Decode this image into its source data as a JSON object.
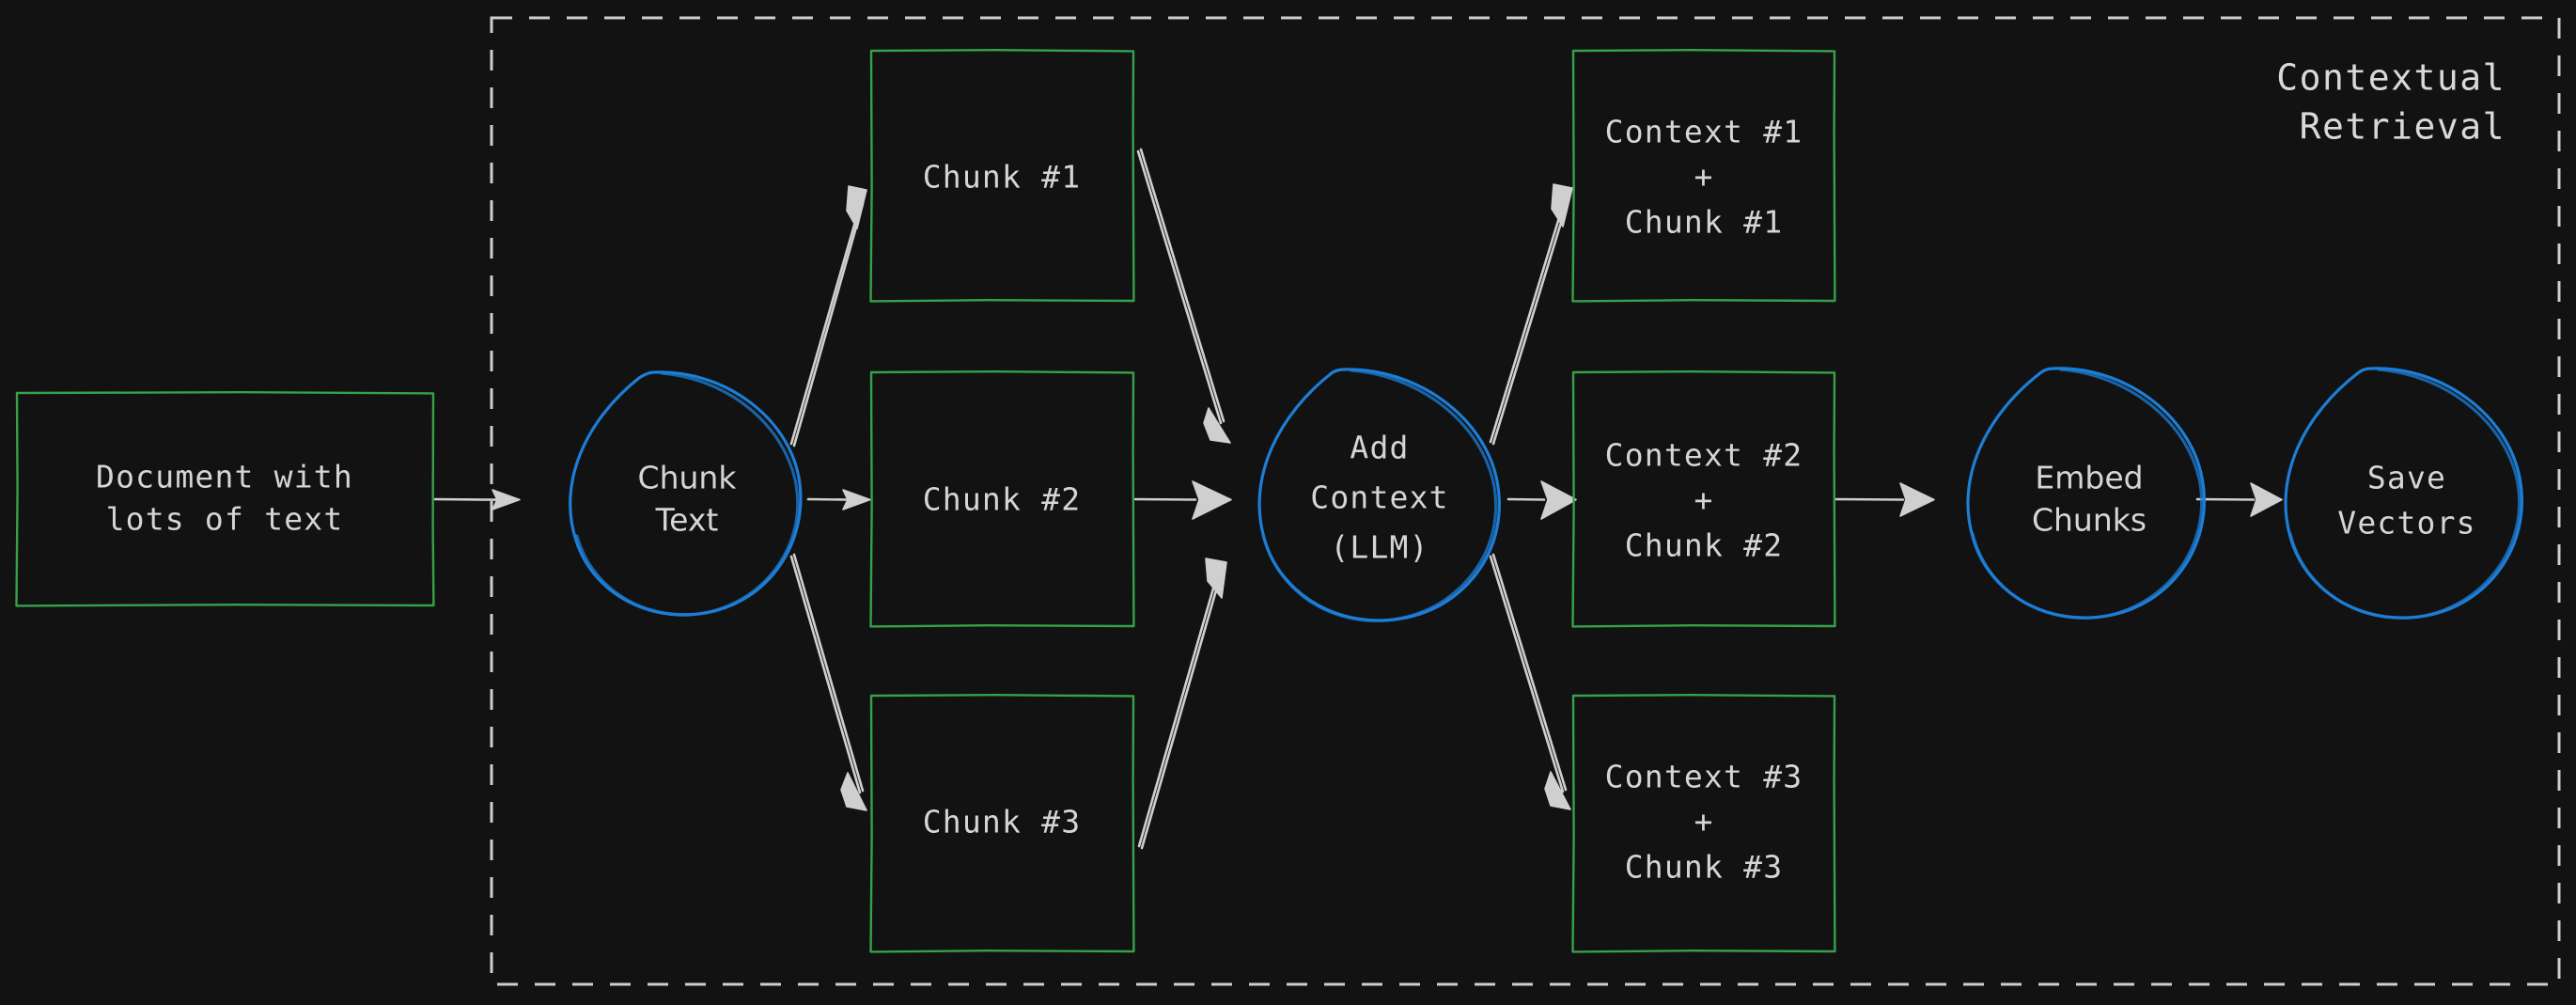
{
  "diagram": {
    "title": "Contextual Retrieval pipeline",
    "background_color": "#121212",
    "group": {
      "label_line1": "Contextual",
      "label_line2": "Retrieval",
      "border_style": "dashed",
      "border_color": "#cfcfcf"
    },
    "colors": {
      "rect_border": "#36a14a",
      "circle_border": "#1c7ed6",
      "edge": "#cfcfcf",
      "text": "#d5d5d5",
      "background": "#121212"
    },
    "nodes": [
      {
        "id": "document",
        "shape": "rect",
        "lines": [
          "Document with",
          "lots of text"
        ]
      },
      {
        "id": "chunk-text",
        "shape": "circle",
        "lines": [
          "Chunk",
          "Text"
        ]
      },
      {
        "id": "chunk-1",
        "shape": "rect",
        "lines": [
          "Chunk #1"
        ]
      },
      {
        "id": "chunk-2",
        "shape": "rect",
        "lines": [
          "Chunk #2"
        ]
      },
      {
        "id": "chunk-3",
        "shape": "rect",
        "lines": [
          "Chunk #3"
        ]
      },
      {
        "id": "add-context",
        "shape": "circle",
        "lines": [
          "Add",
          "Context",
          "(LLM)"
        ]
      },
      {
        "id": "ctx-chunk-1",
        "shape": "rect",
        "lines": [
          "Context #1",
          "+",
          "Chunk #1"
        ]
      },
      {
        "id": "ctx-chunk-2",
        "shape": "rect",
        "lines": [
          "Context #2",
          "+",
          "Chunk #2"
        ]
      },
      {
        "id": "ctx-chunk-3",
        "shape": "rect",
        "lines": [
          "Context #3",
          "+",
          "Chunk #3"
        ]
      },
      {
        "id": "embed-chunks",
        "shape": "circle",
        "lines": [
          "Embed",
          "Chunks"
        ]
      },
      {
        "id": "save-vectors",
        "shape": "circle",
        "lines": [
          "Save",
          "Vectors"
        ]
      }
    ],
    "edges": [
      {
        "from": "document",
        "to": "chunk-text"
      },
      {
        "from": "chunk-text",
        "to": "chunk-1"
      },
      {
        "from": "chunk-text",
        "to": "chunk-2"
      },
      {
        "from": "chunk-text",
        "to": "chunk-3"
      },
      {
        "from": "chunk-1",
        "to": "add-context"
      },
      {
        "from": "chunk-2",
        "to": "add-context"
      },
      {
        "from": "chunk-3",
        "to": "add-context"
      },
      {
        "from": "add-context",
        "to": "ctx-chunk-1"
      },
      {
        "from": "add-context",
        "to": "ctx-chunk-2"
      },
      {
        "from": "add-context",
        "to": "ctx-chunk-3"
      },
      {
        "from": "ctx-chunk-2",
        "to": "embed-chunks"
      },
      {
        "from": "embed-chunks",
        "to": "save-vectors"
      }
    ],
    "labels": {
      "document_l1": "Document with",
      "document_l2": "lots of text",
      "chunktext_l1": "Chunk",
      "chunktext_l2": "Text",
      "chunk1": "Chunk #1",
      "chunk2": "Chunk #2",
      "chunk3": "Chunk #3",
      "addctx_l1": "Add",
      "addctx_l2": "Context",
      "addctx_l3": "(LLM)",
      "ctx1_l1": "Context #1",
      "ctx1_l2": "+",
      "ctx1_l3": "Chunk #1",
      "ctx2_l1": "Context #2",
      "ctx2_l2": "+",
      "ctx2_l3": "Chunk #2",
      "ctx3_l1": "Context #3",
      "ctx3_l2": "+",
      "ctx3_l3": "Chunk #3",
      "embed_l1": "Embed",
      "embed_l2": "Chunks",
      "save_l1": "Save",
      "save_l2": "Vectors",
      "group_l1": "Contextual",
      "group_l2": "Retrieval"
    }
  }
}
